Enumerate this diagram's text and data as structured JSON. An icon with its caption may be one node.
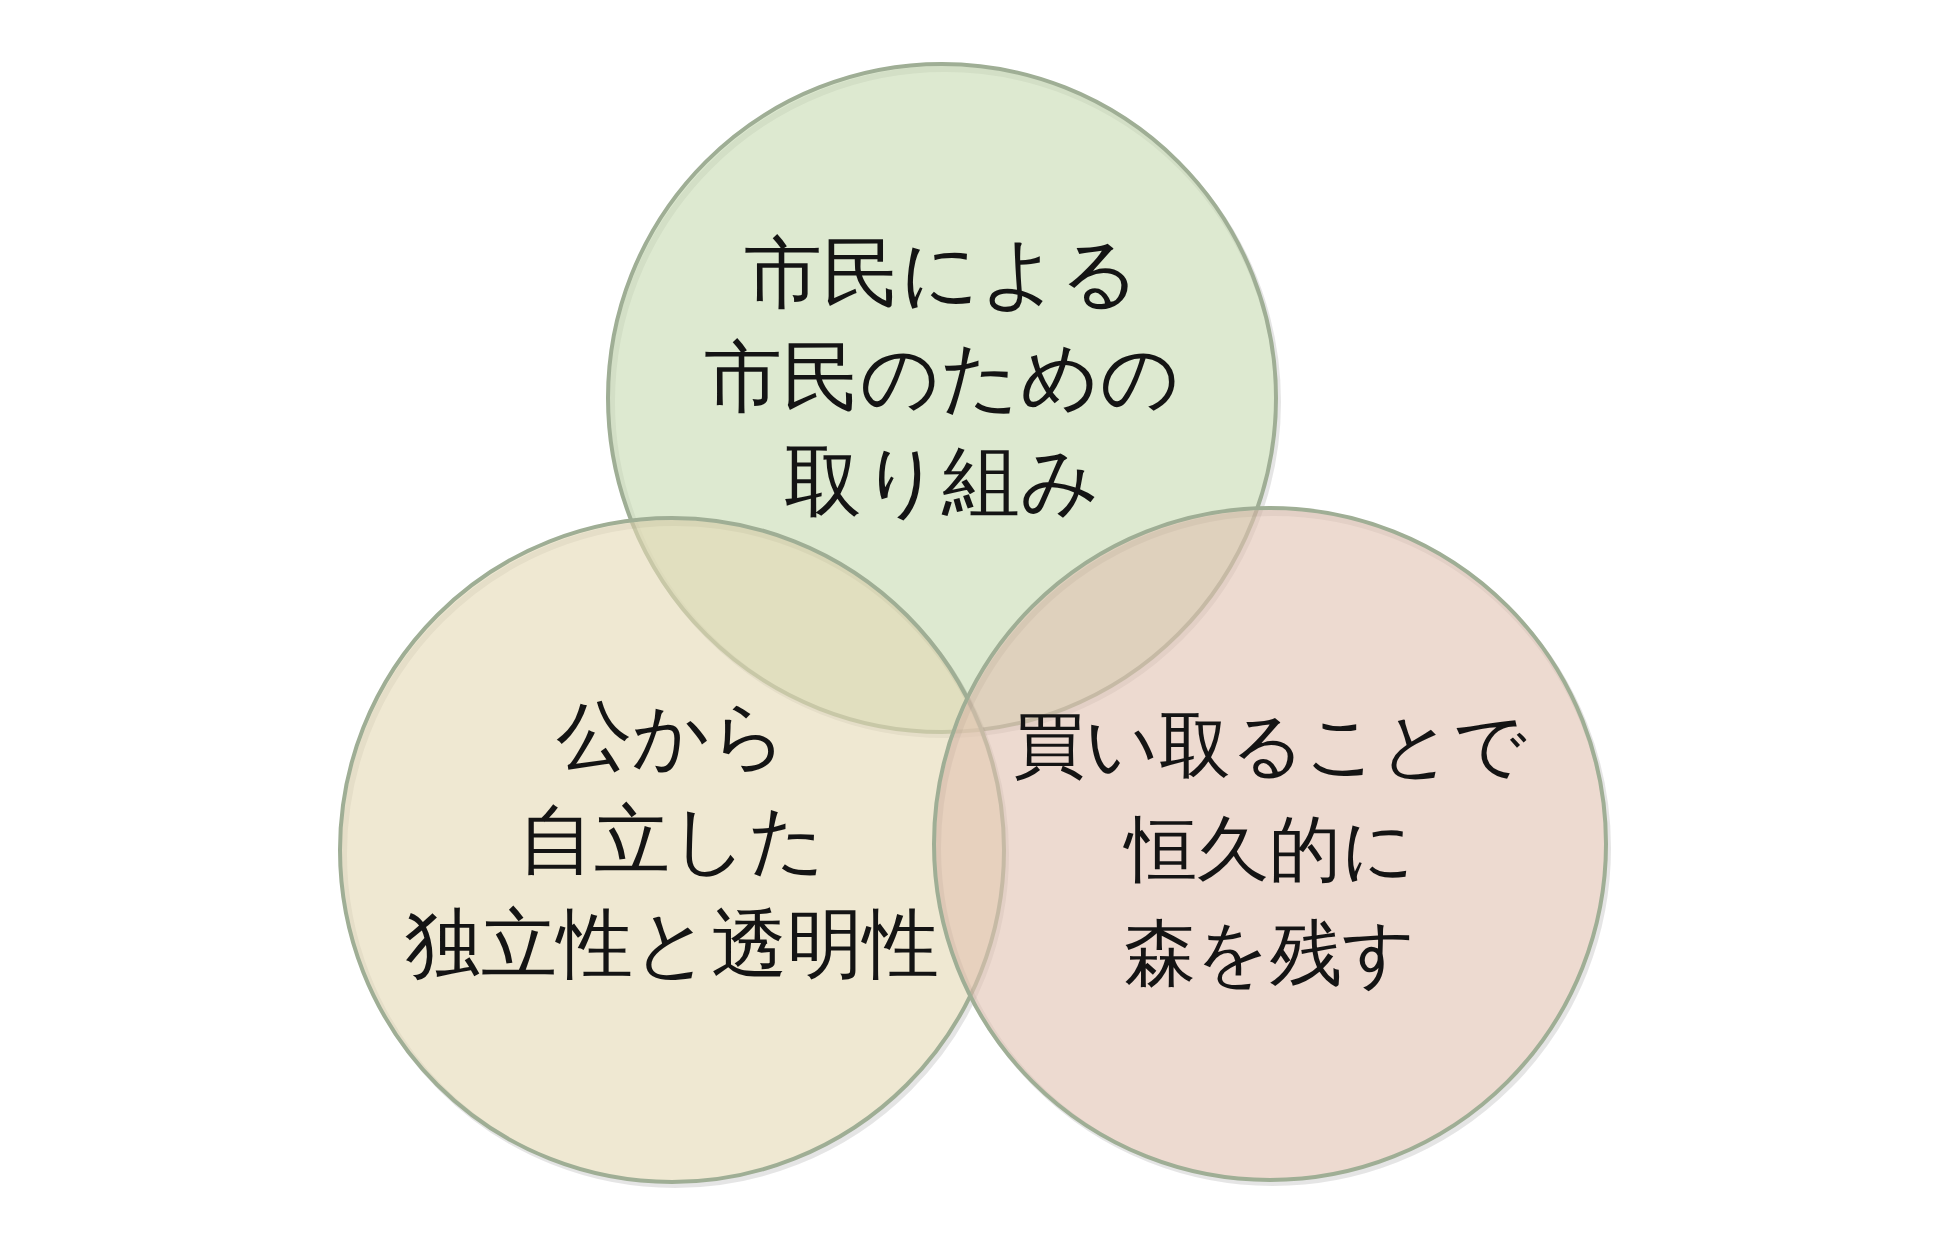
{
  "diagram": {
    "nodes": [
      {
        "text": [
          "市民による市民のための取り組み"
        ]
      },
      {
        "text": [
          "公から自立した独立性と透明性"
        ]
      },
      {
        "text": [
          "買い取ることで恒久的に森を残す"
        ]
      }
    ]
  }
}
